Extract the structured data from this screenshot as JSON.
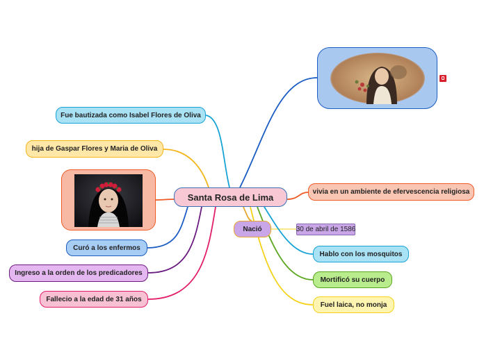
{
  "center": {
    "label": "Santa Rosa de Lima",
    "fill": "#f8c9d4",
    "stroke": "#3b6fb6"
  },
  "left": [
    {
      "label": "Fue bautizada como Isabel Flores de Oliva",
      "fill": "#a9e2f5",
      "stroke": "#17a3d6"
    },
    {
      "label": "hija de Gaspar Flores y Maria de Oliva",
      "fill": "#ffe7a8",
      "stroke": "#f4b41a"
    },
    {
      "label": "Curó a los enfermos",
      "fill": "#a8cdf5",
      "stroke": "#1a5cc4"
    },
    {
      "label": "Ingreso a la orden de los predicadores",
      "fill": "#e4b7f0",
      "stroke": "#6a1b80"
    },
    {
      "label": "Fallecio a la edad de 31 años",
      "fill": "#f7c1d3",
      "stroke": "#e31c6a"
    }
  ],
  "right": [
    {
      "label": "vivia en un ambiente de efervescencia religiosa",
      "fill": "#f9c6b4",
      "stroke": "#ef5a24"
    },
    {
      "label": "Hablo con los mosquitos",
      "fill": "#a9e2f5",
      "stroke": "#17a3d6"
    },
    {
      "label": "Mortificó su cuerpo",
      "fill": "#b9ec8c",
      "stroke": "#5aa61f"
    },
    {
      "label": "Fuel laica, no monja",
      "fill": "#fff4b0",
      "stroke": "#f4d21a"
    }
  ],
  "nacio": {
    "label": "Nació",
    "fill": "#c9a6e8",
    "stroke": "#e8a72c"
  },
  "date": {
    "label": "30 de abril de 1586",
    "fill": "#c9a6e8",
    "stroke": "#8a6ab0"
  },
  "images": {
    "top": {
      "name": "painting-santa-rosa",
      "fill": "#a9c8f0",
      "stroke": "#1a5cc4"
    },
    "left": {
      "name": "portrait-santa-rosa",
      "fill": "#f7b9a4",
      "stroke": "#ef5a24"
    }
  },
  "colors": {
    "blue_branch": "#1a5cc4",
    "orange_branch": "#ef5a24"
  }
}
